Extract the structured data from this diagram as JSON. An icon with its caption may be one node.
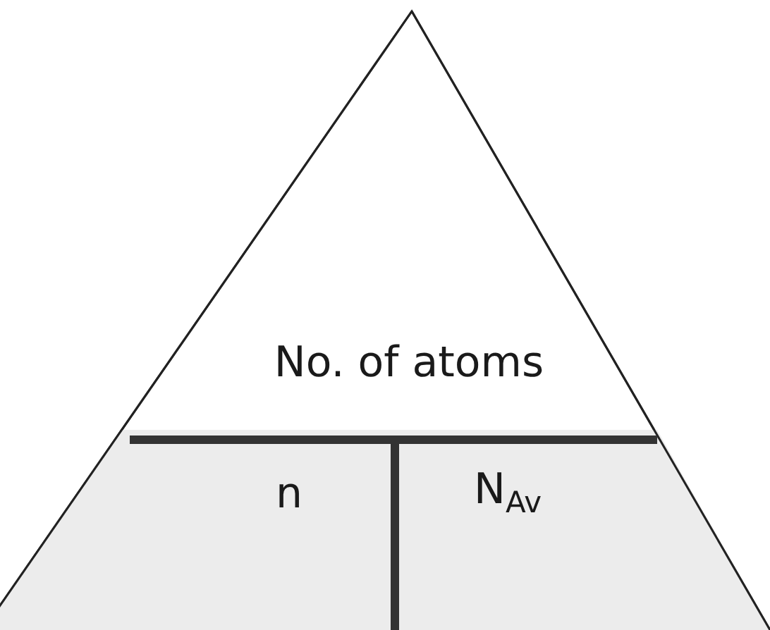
{
  "diagram": {
    "nodes": [
      {
        "text": [
          "No. of atoms"
        ]
      },
      {
        "text": [
          "n"
        ]
      },
      {
        "text": [
          "N$_{Av}$"
        ]
      }
    ]
  }
}
